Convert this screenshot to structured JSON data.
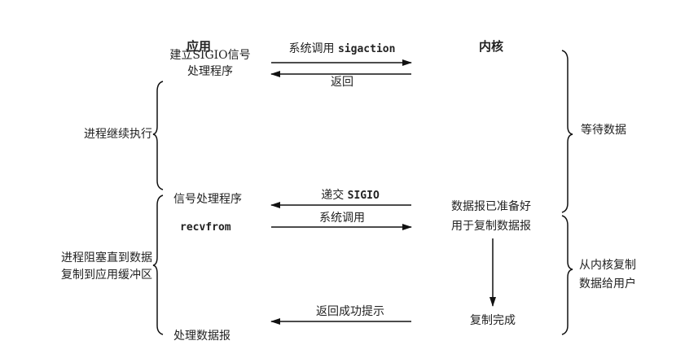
{
  "headers": {
    "app": "应用",
    "kernel": "内核"
  },
  "app_side": {
    "setup_line1": "建立SIGIO信号",
    "setup_line2": "处理程序",
    "continue": "进程继续执行",
    "signal_handler": "信号处理程序",
    "recvfrom": "recvfrom",
    "blocked_line1": "进程阻塞直到数据",
    "blocked_line2": "复制到应用缓冲区",
    "process": "处理数据报"
  },
  "messages": {
    "syscall_prefix": "系统调用",
    "sigaction": "sigaction",
    "return": "返回",
    "deliver_prefix": "递交",
    "sigio": "SIGIO",
    "syscall": "系统调用",
    "return_ok": "返回成功提示"
  },
  "kernel_side": {
    "wait": "等待数据",
    "ready_line1": "数据报已准备好",
    "ready_line2": "用于复制数据报",
    "copy_done": "复制完成",
    "copy_line1": "从内核复制",
    "copy_line2": "数据给用户"
  }
}
